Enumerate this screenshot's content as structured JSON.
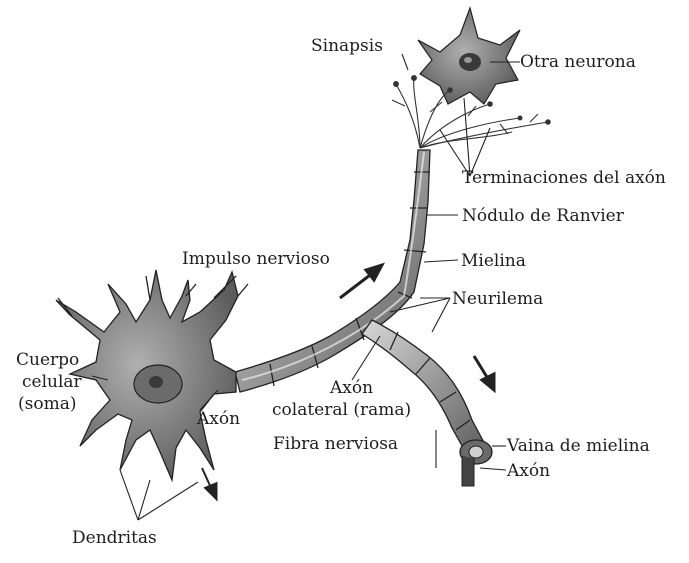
{
  "labels": {
    "sinapsis": "Sinapsis",
    "otra_neurona": "Otra neurona",
    "terminaciones": "Terminaciones del axón",
    "nodulo": "Nódulo de Ranvier",
    "impulso": "Impulso nervioso",
    "mielina": "Mielina",
    "neurilema": "Neurilema",
    "cuerpo_1": "Cuerpo",
    "cuerpo_2": "celular",
    "cuerpo_3": "(soma)",
    "axon_main": "Axón",
    "axon_colateral_1": "Axón",
    "axon_colateral_2": "colateral (rama)",
    "fibra": "Fibra nerviosa",
    "vaina": "Vaina de mielina",
    "axon_end": "Axón",
    "dendritas": "Dendritas"
  },
  "colors": {
    "ink": "#1e1e1e",
    "cell_fill": "#8c8c8c",
    "myelin_fill": "#b4b4b4",
    "background": "#ffffff"
  }
}
